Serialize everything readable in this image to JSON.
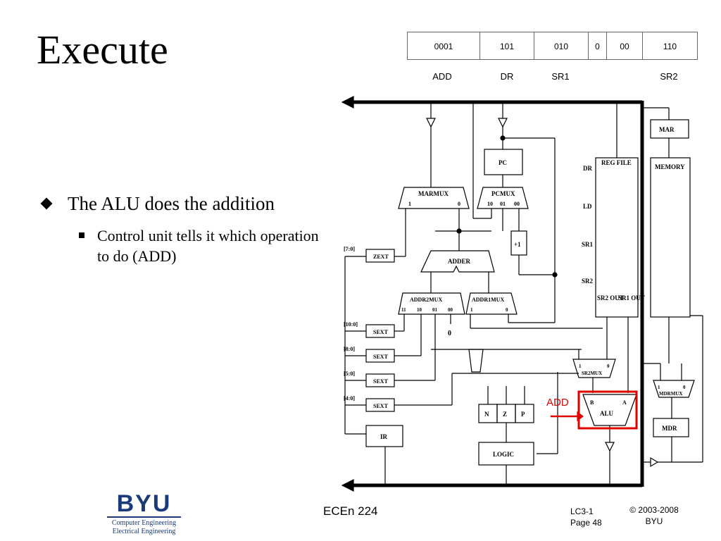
{
  "slide": {
    "title": "Execute",
    "bullet_main": "The ALU does the addition",
    "bullet_sub": "Control unit tells it which operation to do (ADD)"
  },
  "instruction": {
    "fields": [
      {
        "bits": "0001",
        "label": "ADD"
      },
      {
        "bits": "101",
        "label": "DR"
      },
      {
        "bits": "010",
        "label": "SR1"
      },
      {
        "bits": "0",
        "label": ""
      },
      {
        "bits": "00",
        "label": ""
      },
      {
        "bits": "110",
        "label": "SR2"
      }
    ]
  },
  "diagram": {
    "highlight_color": "#e00000",
    "alu_control_label": "ADD",
    "blocks": {
      "pc": "PC",
      "marmux": "MARMUX",
      "pcmux": "PCMUX",
      "plus1": "+1",
      "adder": "ADDER",
      "zext": "ZEXT",
      "addr2mux": "ADDR2MUX",
      "addr1mux": "ADDR1MUX",
      "sext": "SEXT",
      "ir": "IR",
      "logic": "LOGIC",
      "n": "N",
      "z": "Z",
      "p": "P",
      "regfile": "REG FILE",
      "sr2mux": "SR2MUX",
      "alu": "ALU",
      "alu_b": "B",
      "alu_a": "A",
      "mar": "MAR",
      "memory": "MEMORY",
      "mdrmux": "MDRMUX",
      "mdr": "MDR"
    },
    "reg_ports": {
      "dr": "DR",
      "ld": "LD",
      "sr1": "SR1",
      "sr2": "SR2",
      "sr2out": "SR2 OUT",
      "sr1out": "SR1 OUT"
    },
    "bit_fields": {
      "f7_0": "[7:0]",
      "f10_0": "[10:0]",
      "f8_0": "[8:0]",
      "f5_0": "[5:0]",
      "f4_0": "[4:0]"
    },
    "mux_inputs": {
      "marmux": [
        "1",
        "0"
      ],
      "pcmux": [
        "10",
        "01",
        "00"
      ],
      "addr2mux": [
        "11",
        "10",
        "01",
        "00"
      ],
      "addr1mux": [
        "1",
        "0"
      ],
      "sr2mux": [
        "1",
        "0"
      ],
      "mdrmux": [
        "1",
        "0"
      ]
    },
    "zero_const": "0"
  },
  "footer": {
    "course": "ECEn 224",
    "slide_line1": "LC3-1",
    "slide_line2": "Page 48",
    "copyright_line1": "© 2003-2008",
    "copyright_line2": "BYU",
    "logo_text": "BYU",
    "logo_sub1": "Computer Engineering",
    "logo_sub2": "Electrical Engineering"
  }
}
